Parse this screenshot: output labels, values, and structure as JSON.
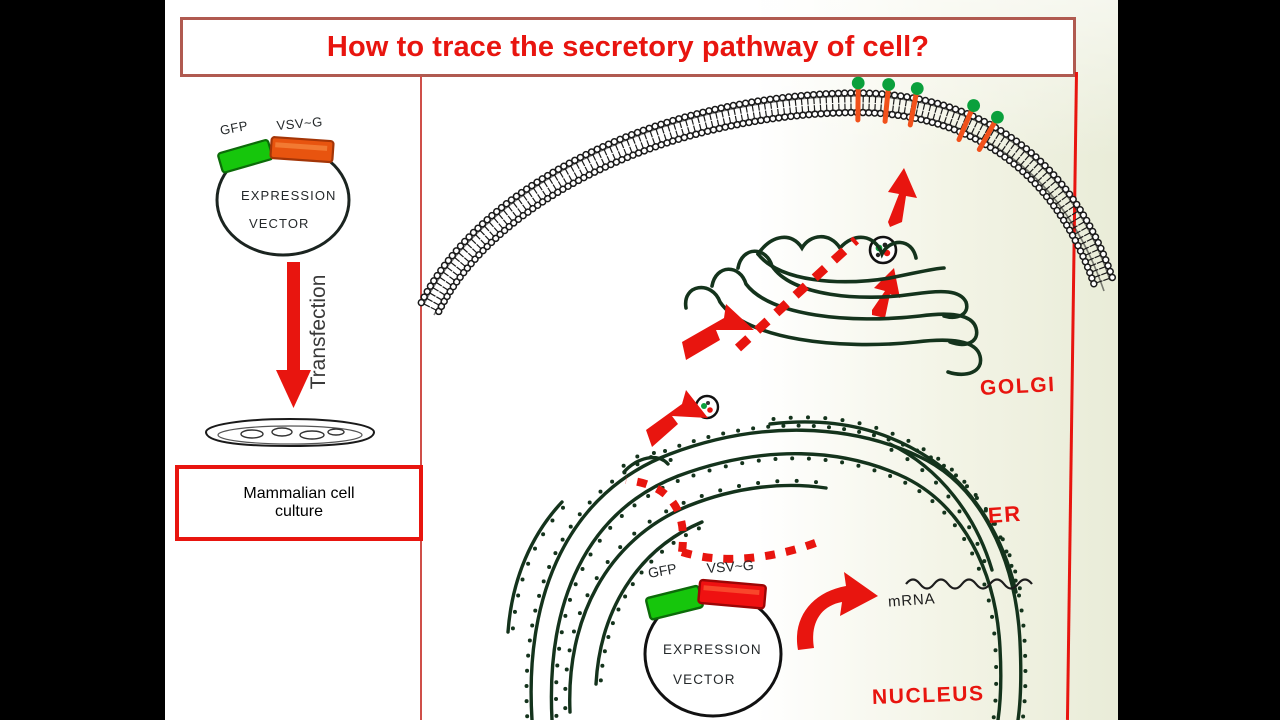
{
  "slide": {
    "title": "How to trace the secretory pathway of cell?",
    "title_border_color": "#b05a50",
    "title_text_color": "#e8150f",
    "background_color": "#ffffff",
    "letterbox_color": "#000000"
  },
  "left_panel": {
    "plasmid": {
      "gfp_label": "GFP",
      "vsvg_label": "VSV~G",
      "name_line1": "EXPRESSION",
      "name_line2": "VECTOR",
      "gfp_color": "#16c60c",
      "vsvg_color": "#e8540f"
    },
    "arrow_label": "Transfection",
    "arrow_color": "#e8150f",
    "dish_caption_line1": "Mammalian cell",
    "dish_caption_line2": "culture",
    "caption_box_border": "#e8150f"
  },
  "right_panel": {
    "labels": {
      "golgi": "GOLGI",
      "er": "ER",
      "nucleus": "NUCLEUS",
      "mrna": "mRNA"
    },
    "label_color": "#e8150f",
    "mrna_color": "#1d1d1d",
    "nuclear_plasmid": {
      "gfp_label": "GFP",
      "vsvg_label": "VSV~G",
      "name_line1": "EXPRESSION",
      "name_line2": "VECTOR",
      "gfp_color": "#16c60c",
      "vsvg_color": "#ef1111"
    },
    "membrane_protein": {
      "head_color": "#0aa03c",
      "stem_color": "#f1511b"
    },
    "pathway_arrow_color": "#e8150f",
    "membrane_color": "#1a1a1a",
    "er_color": "#14331c"
  }
}
